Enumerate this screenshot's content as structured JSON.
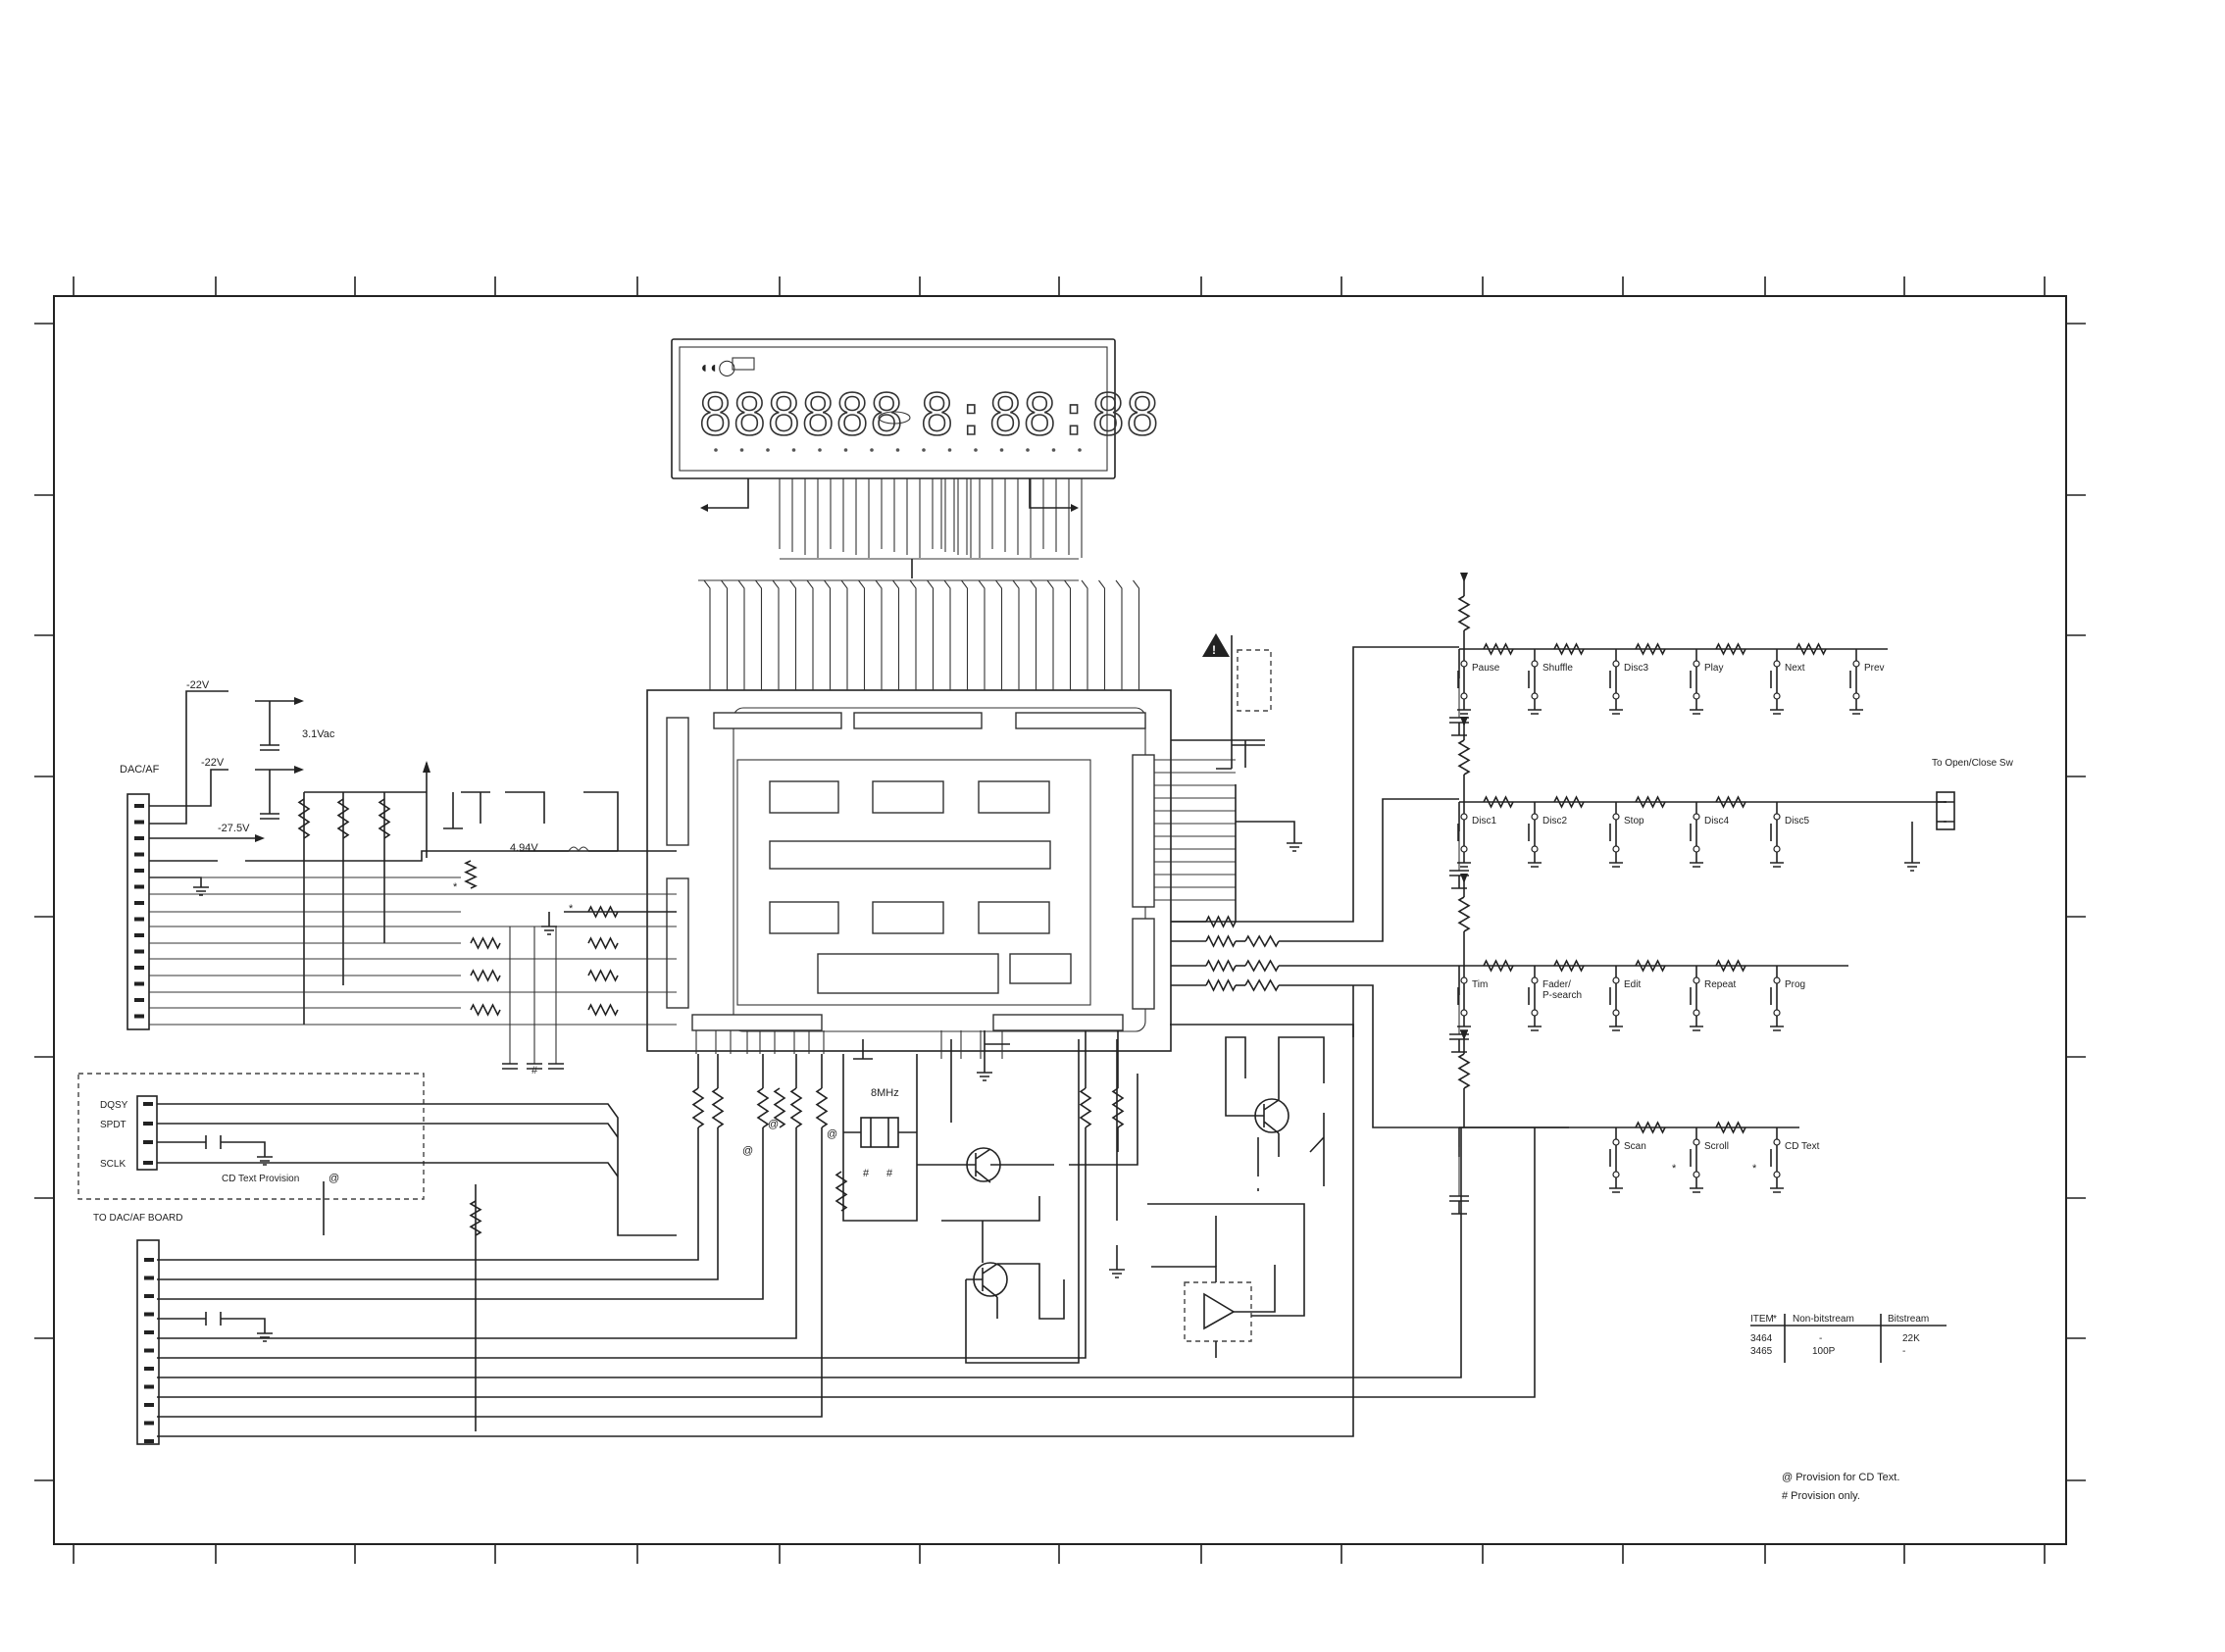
{
  "display": {
    "left_digits": "888888",
    "right_digits": "8:88:88"
  },
  "connectors": {
    "dac_af": "DAC/AF",
    "dac_af_board": "TO DAC/AF BOARD",
    "open_close": "To Open/Close Sw"
  },
  "voltages": {
    "neg22v_a": "-22V",
    "neg22v_b": "-22V",
    "v31": "3.1Vac",
    "neg275": "-27.5V",
    "v494": "4.94V"
  },
  "cd_text": {
    "pins": [
      "DQSY",
      "SPDT",
      "SCLK"
    ],
    "label": "CD Text Provision",
    "at_mark": "@"
  },
  "crystal": "8MHz",
  "switches": {
    "row1": [
      "Pause",
      "Shuffle",
      "Disc3",
      "Play",
      "Next",
      "Prev"
    ],
    "row2": [
      "Disc1",
      "Disc2",
      "Stop",
      "Disc4",
      "Disc5"
    ],
    "row3": [
      "Tim",
      "Fader/\nP-search",
      "Edit",
      "Repeat",
      "Prog"
    ],
    "row4": [
      "Scan",
      "Scroll",
      "CD Text"
    ]
  },
  "table": {
    "headers": [
      "ITEM",
      "*",
      "Non-bitstream",
      "Bitstream"
    ],
    "rows": [
      [
        "3464",
        "",
        "-",
        "22K"
      ],
      [
        "3465",
        "",
        "100P",
        "-"
      ]
    ]
  },
  "notes": {
    "line1": "@ Provision for CD Text.",
    "line2": "# Provision only."
  },
  "marks": {
    "star": "*",
    "hash": "#"
  }
}
